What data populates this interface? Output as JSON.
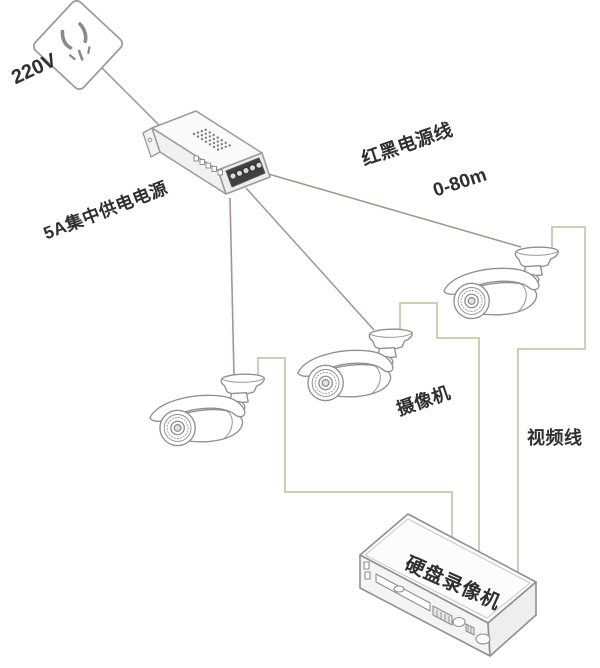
{
  "diagram": {
    "labels": {
      "voltage": "220V",
      "power_supply": "5A集中供电电源",
      "power_cable": "红黑电源线",
      "cable_range": "0-80m",
      "camera": "摄像机",
      "video_cable": "视频线",
      "dvr": "硬盘录像机"
    },
    "components": {
      "camera_count": 3
    },
    "colors": {
      "power_line": "#ab9194",
      "power_line_diagonal": "#a09595",
      "video_line": "#c6caa9",
      "outline": "#8f8f8f",
      "text": "#2f2f2f",
      "background": "#ffffff"
    }
  }
}
